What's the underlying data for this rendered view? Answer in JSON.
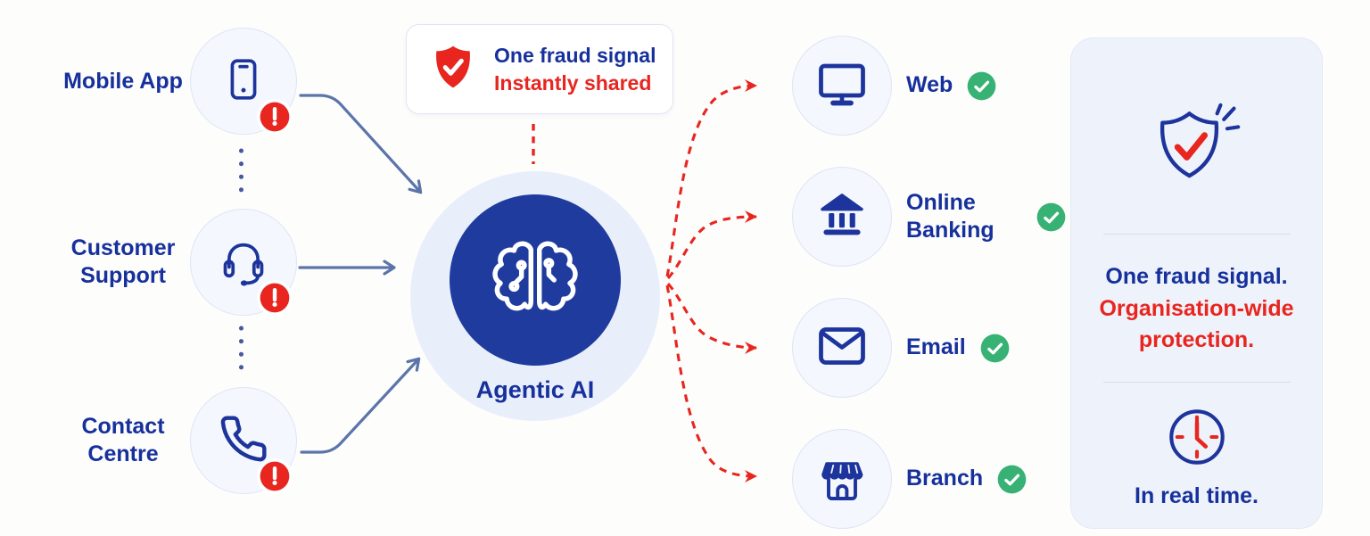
{
  "colors": {
    "navy": "#16309c",
    "icon_navy": "#1c349c",
    "hub_circle": "#1f3b9e",
    "red": "#e8251f",
    "green": "#38b274",
    "steel_arrow": "#5b75aa",
    "bubble_fill": "#f4f7fd",
    "panel_fill": "#eef2fa"
  },
  "sources": [
    {
      "label": "Mobile App",
      "icon": "smartphone-icon",
      "alert_icon": "exclamation-badge-icon"
    },
    {
      "label": "Customer Support",
      "icon": "headset-icon",
      "alert_icon": "exclamation-badge-icon"
    },
    {
      "label": "Contact Centre",
      "icon": "phone-icon",
      "alert_icon": "exclamation-badge-icon"
    }
  ],
  "signal_card": {
    "title": "One fraud signal",
    "subtitle": "Instantly shared",
    "icon": "shield-check-icon"
  },
  "hub": {
    "label": "Agentic AI",
    "icon": "brain-circuit-icon"
  },
  "channels": [
    {
      "label": "Web",
      "icon": "monitor-icon",
      "status_icon": "check-circle-icon"
    },
    {
      "label": "Online Banking",
      "icon": "bank-icon",
      "status_icon": "check-circle-icon"
    },
    {
      "label": "Email",
      "icon": "envelope-icon",
      "status_icon": "check-circle-icon"
    },
    {
      "label": "Branch",
      "icon": "storefront-icon",
      "status_icon": "check-circle-icon"
    }
  ],
  "summary_panel": {
    "headline_primary": "One fraud signal.",
    "headline_emphasis": "Organisation-wide protection.",
    "footer": "In real time.",
    "top_icon": "shield-check-outline-icon",
    "bottom_icon": "clock-icon"
  }
}
